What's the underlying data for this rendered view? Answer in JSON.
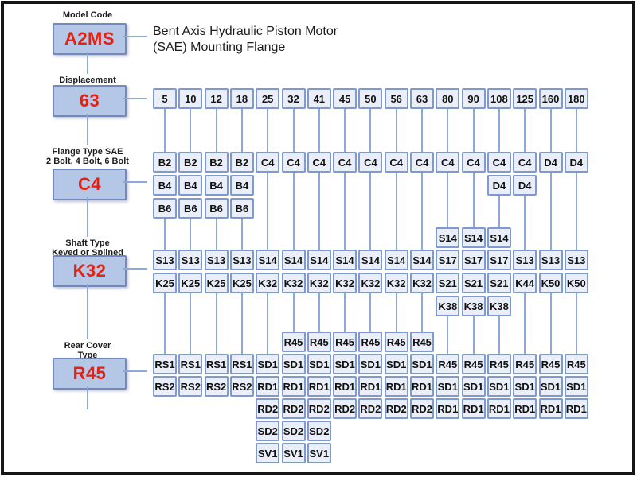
{
  "title": {
    "line1": "Bent Axis Hydraulic Piston Motor",
    "line2": "(SAE) Mounting Flange"
  },
  "colors": {
    "accent_red": "#e32213",
    "panel_box_fill": "#b4c7e7",
    "panel_box_border": "#7388bc",
    "cell_fill": "#e9eef9",
    "cell_border": "#7e9ad1",
    "connector_line": "#8ea8d8",
    "frame_border": "#161616"
  },
  "left_panel": [
    {
      "id": "model-code",
      "label_lines": [
        "Model Code"
      ],
      "value": "A2MS"
    },
    {
      "id": "displacement",
      "label_lines": [
        "Displacement"
      ],
      "value": "63"
    },
    {
      "id": "flange-type",
      "label_lines": [
        "Flange Type SAE",
        "2 Bolt, 4 Bolt, 6 Bolt"
      ],
      "value": "C4"
    },
    {
      "id": "shaft-type",
      "label_lines": [
        "Shaft Type",
        "Keyed or Splined"
      ],
      "value": "K32"
    },
    {
      "id": "rear-cover-type",
      "label_lines": [
        "Rear Cover",
        "Type"
      ],
      "value": "R45"
    }
  ],
  "columns": [
    "5",
    "10",
    "12",
    "18",
    "25",
    "32",
    "41",
    "45",
    "50",
    "56",
    "63",
    "80",
    "90",
    "108",
    "125",
    "160",
    "180"
  ],
  "grid": {
    "rows": [
      {
        "id": "disp",
        "name": "displacement-row",
        "cells": [
          [
            0,
            "5"
          ],
          [
            1,
            "10"
          ],
          [
            2,
            "12"
          ],
          [
            3,
            "18"
          ],
          [
            4,
            "25"
          ],
          [
            5,
            "32"
          ],
          [
            6,
            "41"
          ],
          [
            7,
            "45"
          ],
          [
            8,
            "50"
          ],
          [
            9,
            "56"
          ],
          [
            10,
            "63"
          ],
          [
            11,
            "80"
          ],
          [
            12,
            "90"
          ],
          [
            13,
            "108"
          ],
          [
            14,
            "125"
          ],
          [
            15,
            "160"
          ],
          [
            16,
            "180"
          ]
        ]
      },
      {
        "id": "flange1",
        "name": "flange-row-1",
        "cells": [
          [
            0,
            "B2"
          ],
          [
            1,
            "B2"
          ],
          [
            2,
            "B2"
          ],
          [
            3,
            "B2"
          ],
          [
            4,
            "C4"
          ],
          [
            5,
            "C4"
          ],
          [
            6,
            "C4"
          ],
          [
            7,
            "C4"
          ],
          [
            8,
            "C4"
          ],
          [
            9,
            "C4"
          ],
          [
            10,
            "C4"
          ],
          [
            11,
            "C4"
          ],
          [
            12,
            "C4"
          ],
          [
            13,
            "C4"
          ],
          [
            14,
            "C4"
          ],
          [
            15,
            "D4"
          ],
          [
            16,
            "D4"
          ]
        ]
      },
      {
        "id": "flange2",
        "name": "flange-row-2",
        "cells": [
          [
            0,
            "B4"
          ],
          [
            1,
            "B4"
          ],
          [
            2,
            "B4"
          ],
          [
            3,
            "B4"
          ],
          [
            13,
            "D4"
          ],
          [
            14,
            "D4"
          ]
        ]
      },
      {
        "id": "flange3",
        "name": "flange-row-3",
        "cells": [
          [
            0,
            "B6"
          ],
          [
            1,
            "B6"
          ],
          [
            2,
            "B6"
          ],
          [
            3,
            "B6"
          ]
        ]
      },
      {
        "id": "shaft0",
        "name": "shaft-row-top",
        "cells": [
          [
            11,
            "S14"
          ],
          [
            12,
            "S14"
          ],
          [
            13,
            "S14"
          ]
        ]
      },
      {
        "id": "shaft1",
        "name": "shaft-row-1",
        "cells": [
          [
            0,
            "S13"
          ],
          [
            1,
            "S13"
          ],
          [
            2,
            "S13"
          ],
          [
            3,
            "S13"
          ],
          [
            4,
            "S14"
          ],
          [
            5,
            "S14"
          ],
          [
            6,
            "S14"
          ],
          [
            7,
            "S14"
          ],
          [
            8,
            "S14"
          ],
          [
            9,
            "S14"
          ],
          [
            10,
            "S14"
          ],
          [
            11,
            "S17"
          ],
          [
            12,
            "S17"
          ],
          [
            13,
            "S17"
          ],
          [
            14,
            "S13"
          ],
          [
            15,
            "S13"
          ],
          [
            16,
            "S13"
          ]
        ]
      },
      {
        "id": "shaft2",
        "name": "shaft-row-2",
        "cells": [
          [
            0,
            "K25"
          ],
          [
            1,
            "K25"
          ],
          [
            2,
            "K25"
          ],
          [
            3,
            "K25"
          ],
          [
            4,
            "K32"
          ],
          [
            5,
            "K32"
          ],
          [
            6,
            "K32"
          ],
          [
            7,
            "K32"
          ],
          [
            8,
            "K32"
          ],
          [
            9,
            "K32"
          ],
          [
            10,
            "K32"
          ],
          [
            11,
            "S21"
          ],
          [
            12,
            "S21"
          ],
          [
            13,
            "S21"
          ],
          [
            14,
            "K44"
          ],
          [
            15,
            "K50"
          ],
          [
            16,
            "K50"
          ]
        ]
      },
      {
        "id": "shaft3",
        "name": "shaft-row-bottom",
        "cells": [
          [
            11,
            "K38"
          ],
          [
            12,
            "K38"
          ],
          [
            13,
            "K38"
          ]
        ]
      },
      {
        "id": "rearA",
        "name": "rear-cover-row-top",
        "cells": [
          [
            5,
            "R45"
          ],
          [
            6,
            "R45"
          ],
          [
            7,
            "R45"
          ],
          [
            8,
            "R45"
          ],
          [
            9,
            "R45"
          ],
          [
            10,
            "R45"
          ]
        ]
      },
      {
        "id": "rearB",
        "name": "rear-cover-row-1",
        "cells": [
          [
            0,
            "RS1"
          ],
          [
            1,
            "RS1"
          ],
          [
            2,
            "RS1"
          ],
          [
            3,
            "RS1"
          ],
          [
            4,
            "SD1"
          ],
          [
            5,
            "SD1"
          ],
          [
            6,
            "SD1"
          ],
          [
            7,
            "SD1"
          ],
          [
            8,
            "SD1"
          ],
          [
            9,
            "SD1"
          ],
          [
            10,
            "SD1"
          ],
          [
            11,
            "R45"
          ],
          [
            12,
            "R45"
          ],
          [
            13,
            "R45"
          ],
          [
            14,
            "R45"
          ],
          [
            15,
            "R45"
          ],
          [
            16,
            "R45"
          ]
        ]
      },
      {
        "id": "rearC",
        "name": "rear-cover-row-2",
        "cells": [
          [
            0,
            "RS2"
          ],
          [
            1,
            "RS2"
          ],
          [
            2,
            "RS2"
          ],
          [
            3,
            "RS2"
          ],
          [
            4,
            "RD1"
          ],
          [
            5,
            "RD1"
          ],
          [
            6,
            "RD1"
          ],
          [
            7,
            "RD1"
          ],
          [
            8,
            "RD1"
          ],
          [
            9,
            "RD1"
          ],
          [
            10,
            "RD1"
          ],
          [
            11,
            "SD1"
          ],
          [
            12,
            "SD1"
          ],
          [
            13,
            "SD1"
          ],
          [
            14,
            "SD1"
          ],
          [
            15,
            "SD1"
          ],
          [
            16,
            "SD1"
          ]
        ]
      },
      {
        "id": "rearD",
        "name": "rear-cover-row-3",
        "cells": [
          [
            4,
            "RD2"
          ],
          [
            5,
            "RD2"
          ],
          [
            6,
            "RD2"
          ],
          [
            7,
            "RD2"
          ],
          [
            8,
            "RD2"
          ],
          [
            9,
            "RD2"
          ],
          [
            10,
            "RD2"
          ],
          [
            11,
            "RD1"
          ],
          [
            12,
            "RD1"
          ],
          [
            13,
            "RD1"
          ],
          [
            14,
            "RD1"
          ],
          [
            15,
            "RD1"
          ],
          [
            16,
            "RD1"
          ]
        ]
      },
      {
        "id": "rearE",
        "name": "rear-cover-row-4",
        "cells": [
          [
            4,
            "SD2"
          ],
          [
            5,
            "SD2"
          ],
          [
            6,
            "SD2"
          ]
        ]
      },
      {
        "id": "rearF",
        "name": "rear-cover-row-5",
        "cells": [
          [
            4,
            "SV1"
          ],
          [
            5,
            "SV1"
          ],
          [
            6,
            "SV1"
          ]
        ]
      }
    ]
  }
}
